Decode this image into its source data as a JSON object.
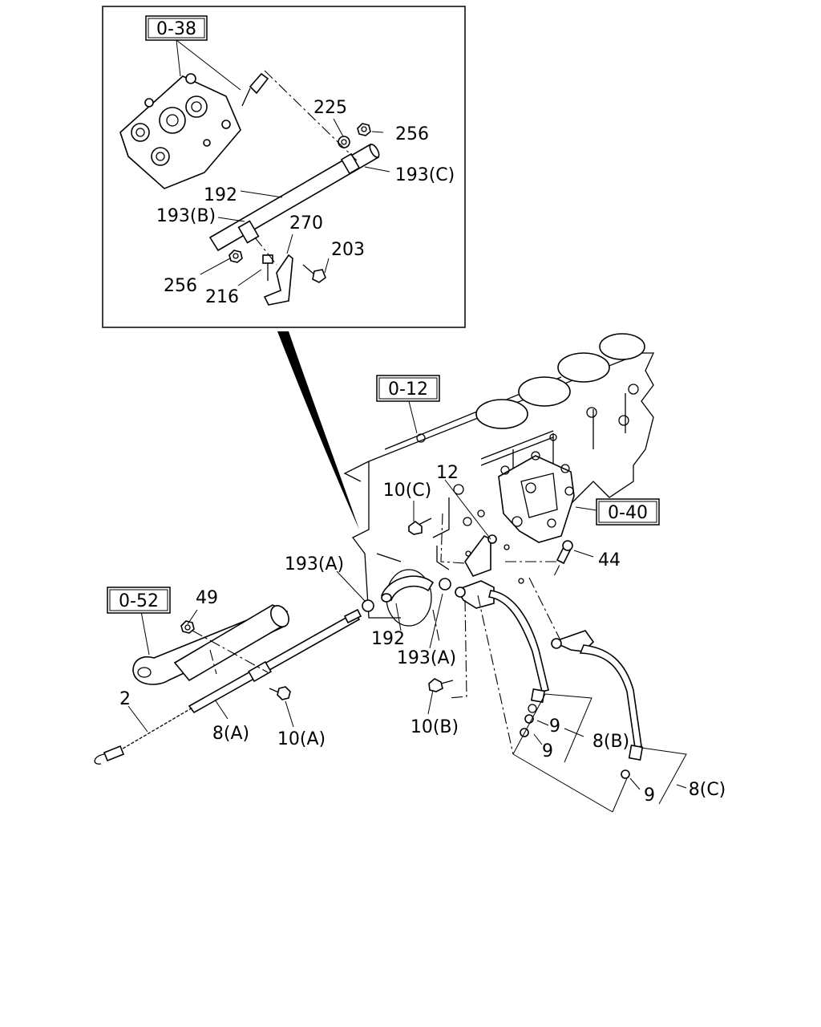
{
  "refs": {
    "r038": "0-38",
    "r012": "0-12",
    "r040": "0-40",
    "r052": "0-52"
  },
  "labels": {
    "p225": "225",
    "p256a": "256",
    "p193c": "193(C)",
    "p192a": "192",
    "p193b": "193(B)",
    "p270": "270",
    "p203": "203",
    "p256b": "256",
    "p216": "216",
    "p12": "12",
    "p10c": "10(C)",
    "p44": "44",
    "p193a1": "193(A)",
    "p49": "49",
    "p192b": "192",
    "p193a2": "193(A)",
    "p2": "2",
    "p8a": "8(A)",
    "p10a": "10(A)",
    "p10b": "10(B)",
    "p9a": "9",
    "p8b": "8(B)",
    "p9b": "9",
    "p9c": "9",
    "p8c": "8(C)"
  }
}
